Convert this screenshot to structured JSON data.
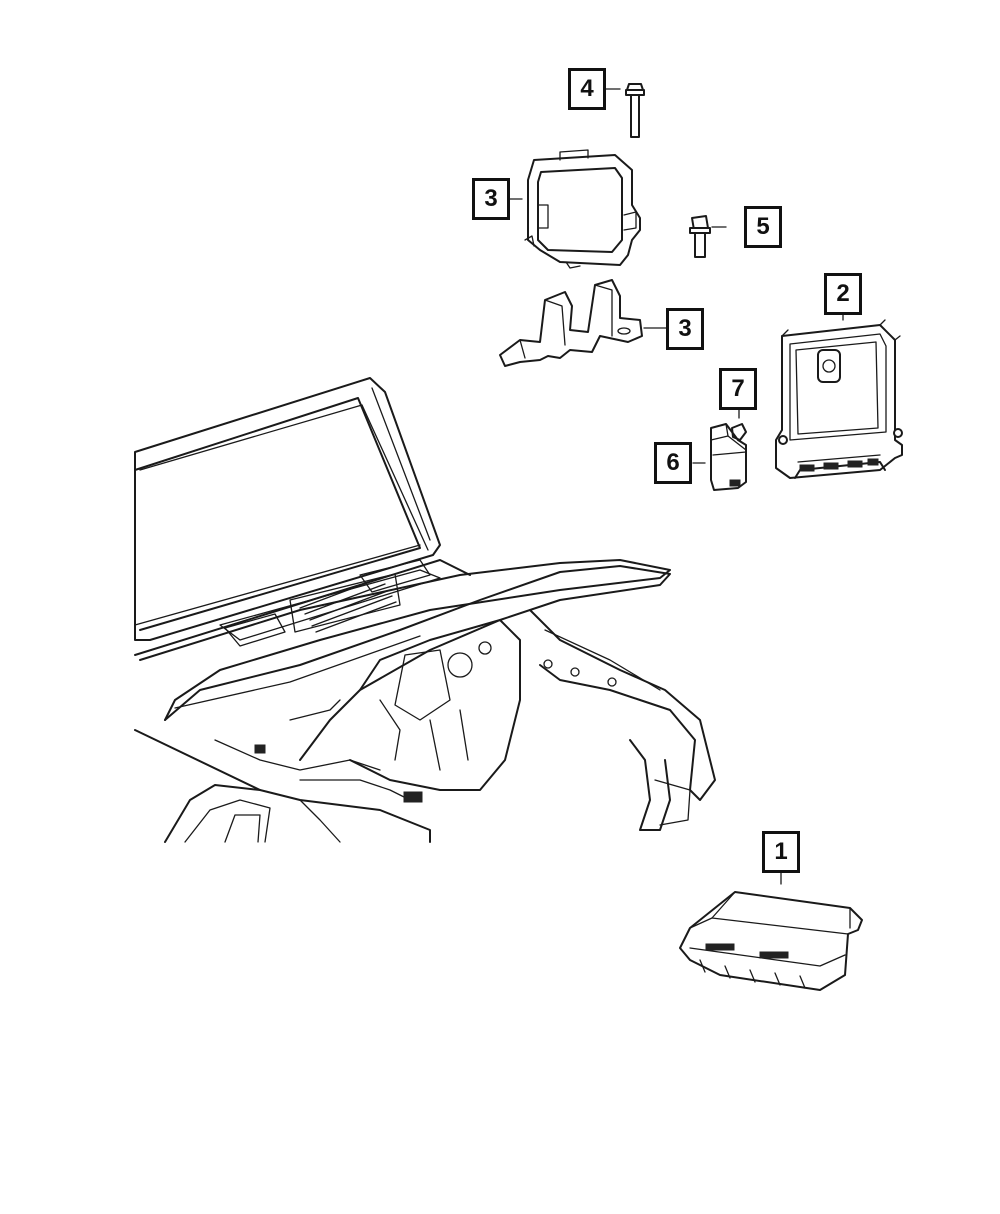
{
  "diagram": {
    "callouts": [
      {
        "id": "c1",
        "label": "1"
      },
      {
        "id": "c2",
        "label": "2"
      },
      {
        "id": "c3a",
        "label": "3"
      },
      {
        "id": "c3b",
        "label": "3"
      },
      {
        "id": "c4",
        "label": "4"
      },
      {
        "id": "c5",
        "label": "5"
      },
      {
        "id": "c6",
        "label": "6"
      },
      {
        "id": "c7",
        "label": "7"
      }
    ],
    "parts": {
      "p1": "module-1-controller",
      "p2": "module-2-engine-controller",
      "p3a": "bracket-3-frame",
      "p3b": "bracket-3-mount",
      "p4": "bolt-4",
      "p5": "bolt-5",
      "p6": "module-6",
      "p7": "fastener-7"
    },
    "colors": {
      "line": "#1a1a1a",
      "background": "#ffffff"
    }
  }
}
